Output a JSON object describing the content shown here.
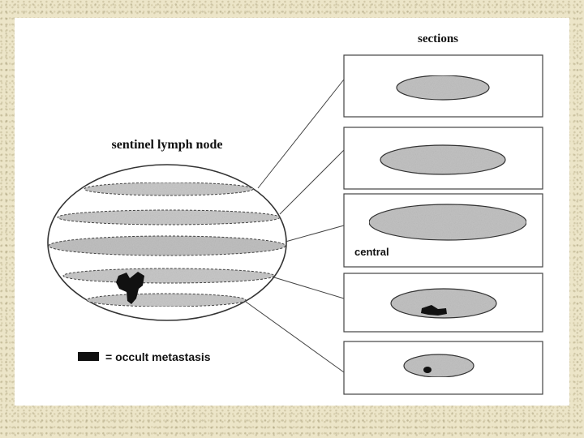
{
  "figure": {
    "node_title": "sentinel lymph node",
    "sections_title": "sections",
    "central_label": "central",
    "legend_text": "= occult metastasis"
  },
  "colors": {
    "background": "#ece5c8",
    "panel": "#ffffff",
    "section_fill": "#c2c2c2",
    "metastasis": "#111111",
    "outline": "#333333"
  }
}
